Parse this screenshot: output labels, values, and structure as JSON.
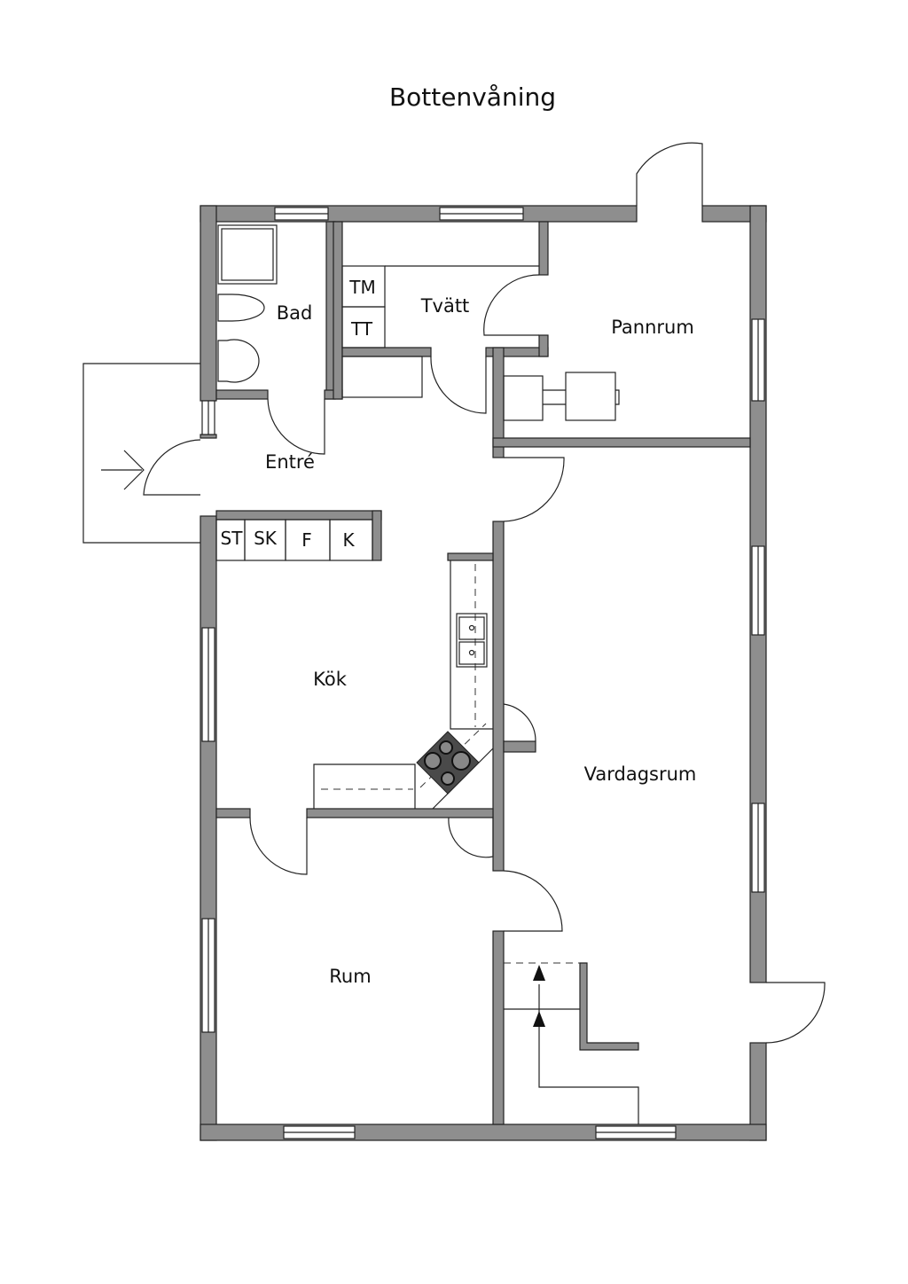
{
  "title": "Bottenvåning",
  "rooms": {
    "bad": "Bad",
    "tvatt": "Tvätt",
    "pannrum": "Pannrum",
    "entre": "Entré",
    "kok": "Kök",
    "vardagsrum": "Vardagsrum",
    "rum": "Rum"
  },
  "appliances": {
    "tm": "TM",
    "tt": "TT"
  },
  "closets": [
    "ST",
    "SK",
    "F",
    "K"
  ],
  "colors": {
    "wall": "#8e8e8e",
    "stove": "#4a4a4a"
  }
}
